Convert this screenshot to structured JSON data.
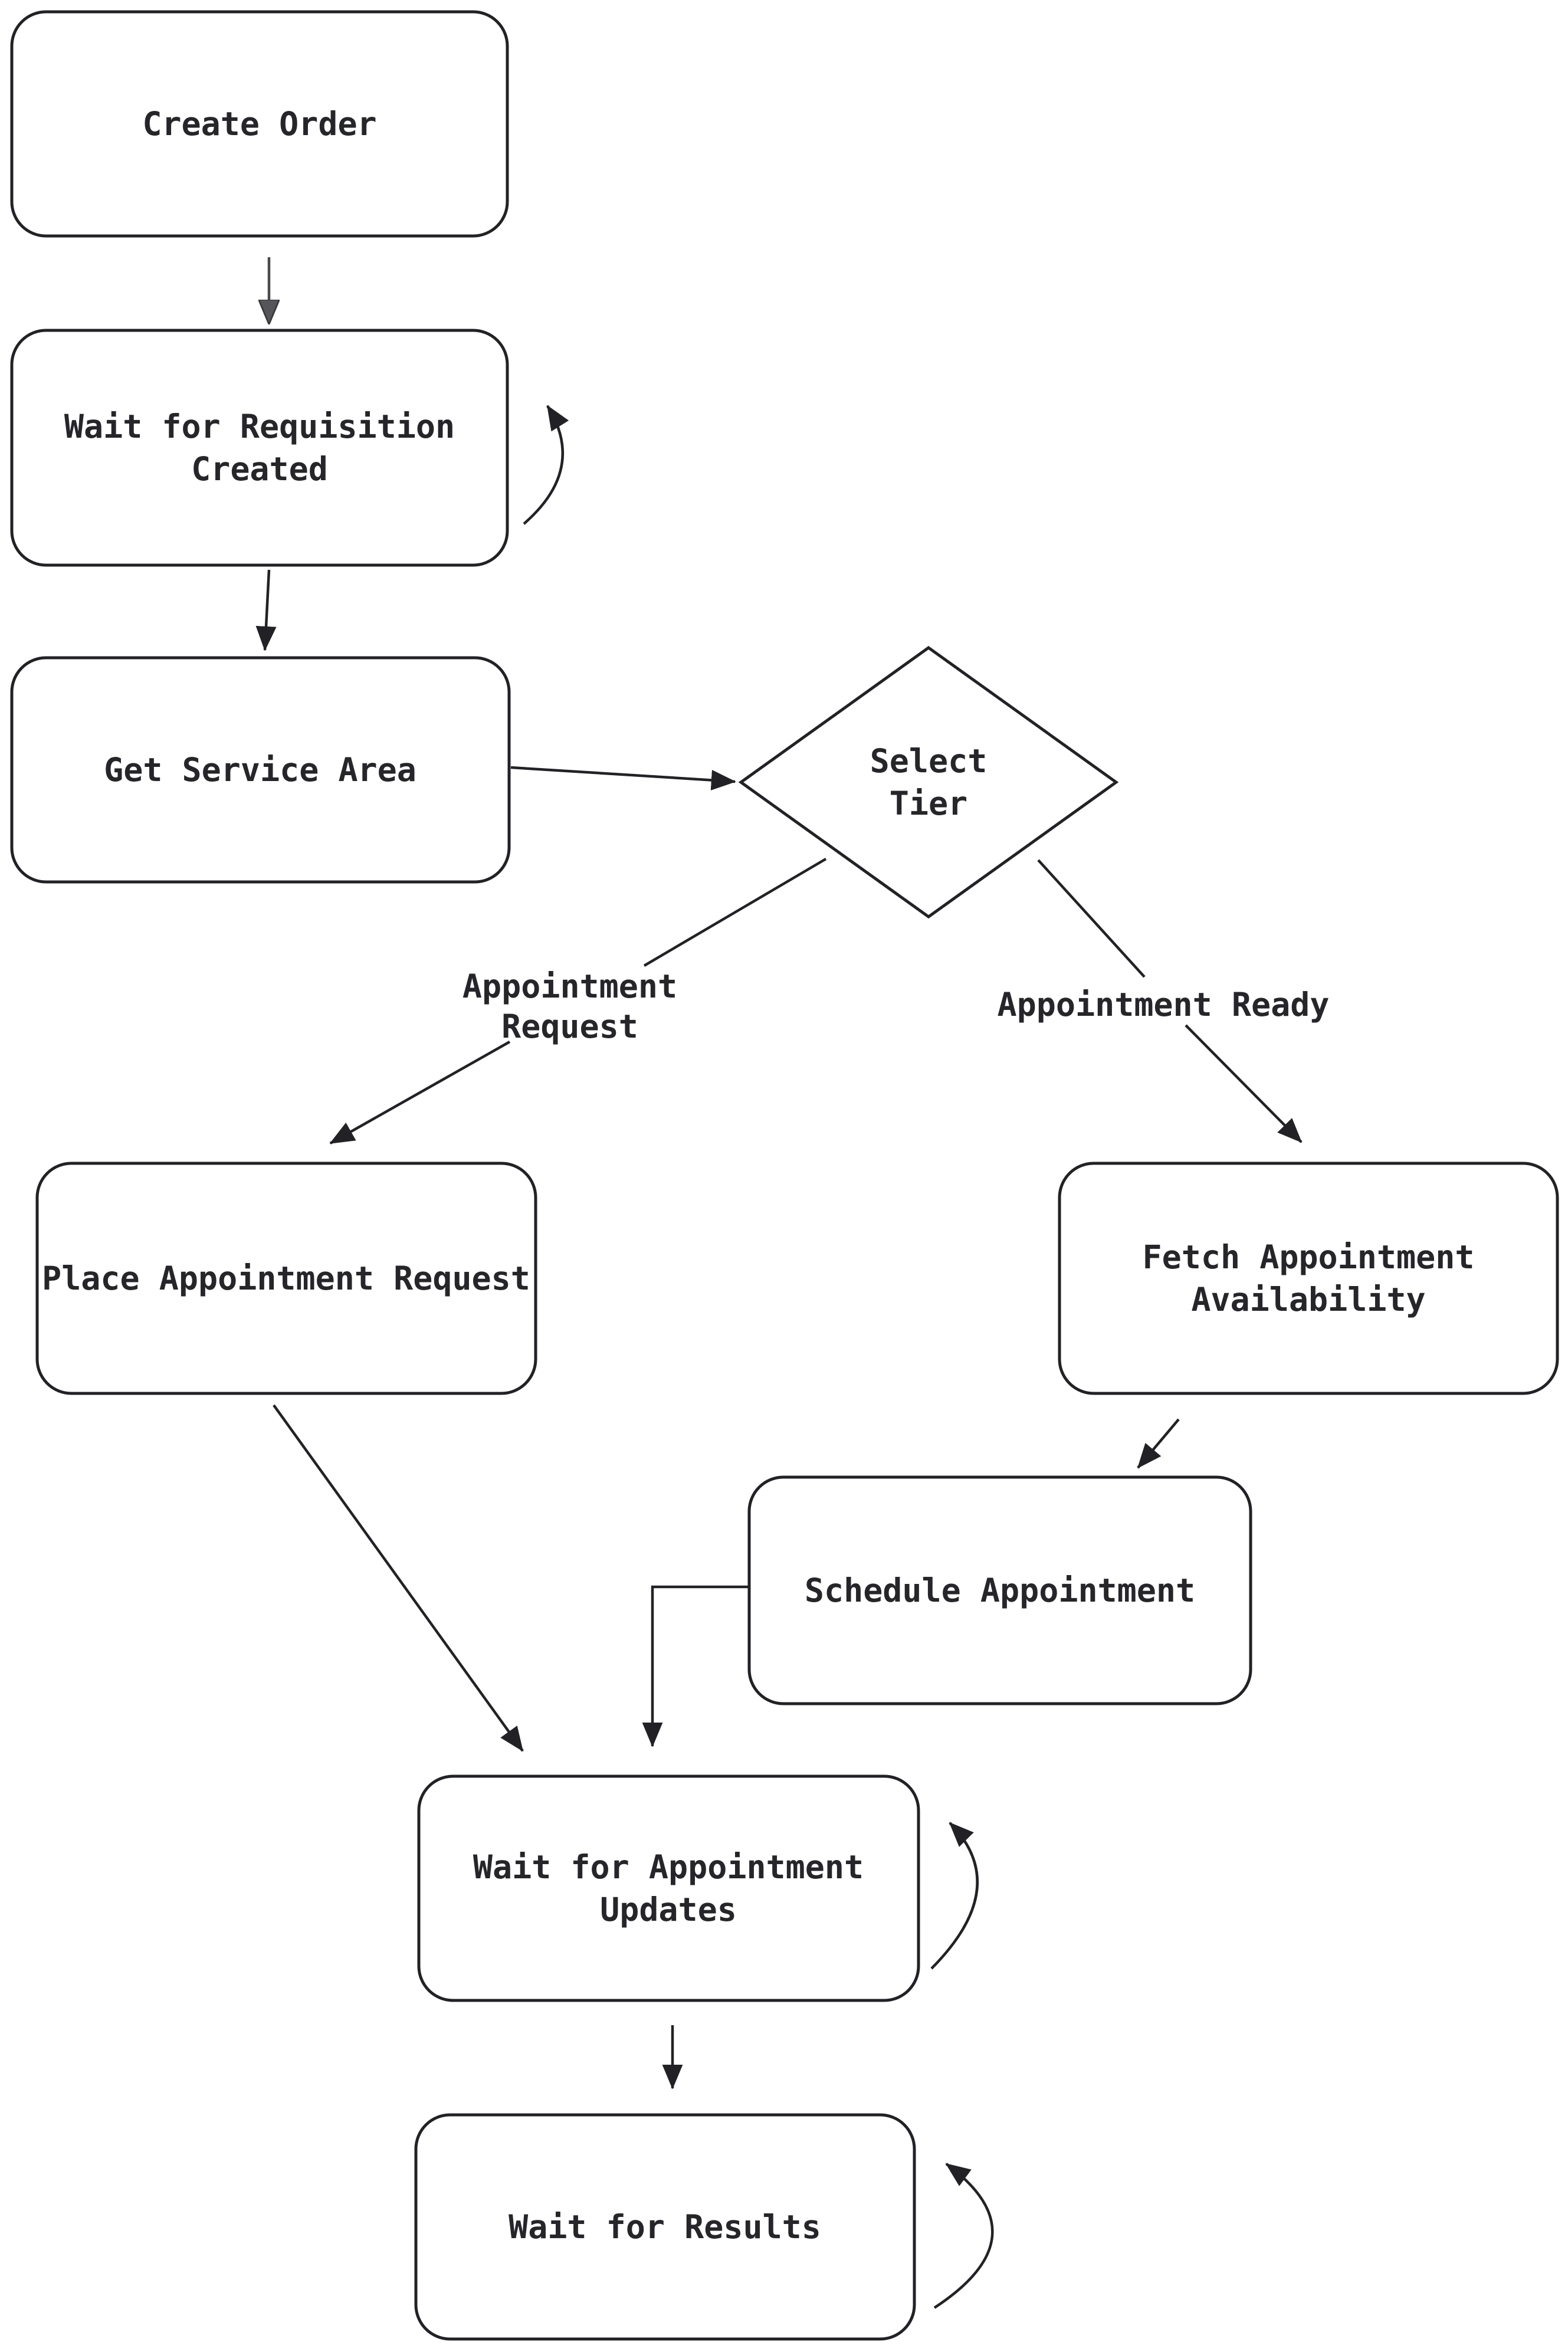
{
  "diagram": {
    "type": "flowchart",
    "direction": "top-down",
    "colors": {
      "background": "#ffffff",
      "node_fill": "#ffffff",
      "line": "#222226",
      "text": "#26262a",
      "first_arrow_muted": "#4a4a4e"
    },
    "nodes": {
      "create_order": {
        "label": "Create Order",
        "shape": "rounded-rect"
      },
      "wait_requisition": {
        "lines": [
          "Wait for Requisition",
          "Created"
        ],
        "shape": "rounded-rect",
        "self_loop": true
      },
      "get_service_area": {
        "label": "Get Service Area",
        "shape": "rounded-rect"
      },
      "select_tier": {
        "lines": [
          "Select",
          "Tier"
        ],
        "shape": "diamond"
      },
      "place_request": {
        "label": "Place Appointment Request",
        "shape": "rounded-rect"
      },
      "fetch_availability": {
        "lines": [
          "Fetch Appointment",
          "Availability"
        ],
        "shape": "rounded-rect"
      },
      "schedule_appointment": {
        "label": "Schedule Appointment",
        "shape": "rounded-rect"
      },
      "wait_updates": {
        "lines": [
          "Wait for Appointment",
          "Updates"
        ],
        "shape": "rounded-rect",
        "self_loop": true
      },
      "wait_results": {
        "label": "Wait for Results",
        "shape": "rounded-rect",
        "self_loop": true
      }
    },
    "edge_labels": {
      "appointment_request": {
        "lines": [
          "Appointment",
          "Request"
        ]
      },
      "appointment_ready": {
        "label": "Appointment Ready"
      }
    },
    "edges": [
      {
        "from": "create_order",
        "to": "wait_requisition"
      },
      {
        "from": "wait_requisition",
        "to": "wait_requisition",
        "self_loop": true
      },
      {
        "from": "wait_requisition",
        "to": "get_service_area"
      },
      {
        "from": "get_service_area",
        "to": "select_tier"
      },
      {
        "from": "select_tier",
        "to": "place_request",
        "label_key": "appointment_request"
      },
      {
        "from": "select_tier",
        "to": "fetch_availability",
        "label_key": "appointment_ready"
      },
      {
        "from": "fetch_availability",
        "to": "schedule_appointment"
      },
      {
        "from": "place_request",
        "to": "wait_updates"
      },
      {
        "from": "schedule_appointment",
        "to": "wait_updates"
      },
      {
        "from": "wait_updates",
        "to": "wait_updates",
        "self_loop": true
      },
      {
        "from": "wait_updates",
        "to": "wait_results"
      },
      {
        "from": "wait_results",
        "to": "wait_results",
        "self_loop": true
      }
    ]
  }
}
